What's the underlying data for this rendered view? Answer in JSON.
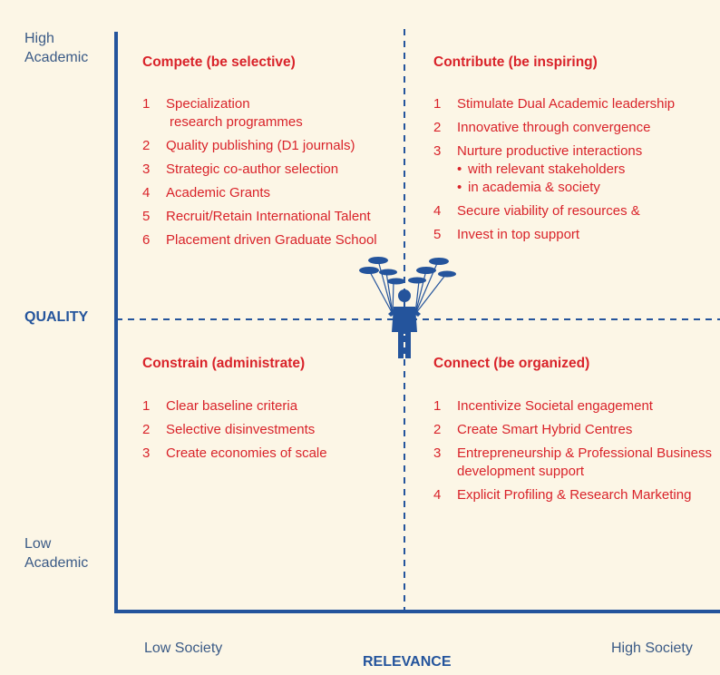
{
  "axes": {
    "y_title": "QUALITY",
    "x_title": "RELEVANCE",
    "y_high": [
      "High",
      "Academic"
    ],
    "y_low": [
      "Low",
      "Academic"
    ],
    "x_low": "Low Society",
    "x_high": "High Society"
  },
  "quadrants": {
    "top_left": {
      "title": "Compete (be selective)",
      "items": [
        {
          "num": "1",
          "lines": [
            "Specialization",
            "research programmes"
          ]
        },
        {
          "num": "2",
          "lines": [
            "Quality publishing (D1 journals)"
          ]
        },
        {
          "num": "3",
          "lines": [
            "Strategic co-author selection"
          ]
        },
        {
          "num": "4",
          "lines": [
            "Academic Grants"
          ]
        },
        {
          "num": "5",
          "lines": [
            "Recruit/Retain International Talent"
          ]
        },
        {
          "num": "6",
          "lines": [
            "Placement driven Graduate School"
          ]
        }
      ]
    },
    "top_right": {
      "title": "Contribute (be inspiring)",
      "items": [
        {
          "num": "1",
          "lines": [
            "Stimulate Dual Academic leadership"
          ]
        },
        {
          "num": "2",
          "lines": [
            "Innovative through convergence"
          ]
        },
        {
          "num": "3",
          "lines": [
            "Nurture productive interactions"
          ],
          "subs": [
            "with relevant stakeholders",
            "in academia & society"
          ]
        },
        {
          "num": "4",
          "lines": [
            "Secure viability of resources &"
          ]
        },
        {
          "num": "5",
          "lines": [
            "Invest in top support"
          ]
        }
      ]
    },
    "bottom_left": {
      "title": "Constrain (administrate)",
      "items": [
        {
          "num": "1",
          "lines": [
            "Clear baseline criteria"
          ]
        },
        {
          "num": "2",
          "lines": [
            "Selective disinvestments"
          ]
        },
        {
          "num": "3",
          "lines": [
            "Create economies of scale"
          ]
        }
      ]
    },
    "bottom_right": {
      "title": "Connect (be organized)",
      "items": [
        {
          "num": "1",
          "lines": [
            "Incentivize Societal engagement"
          ]
        },
        {
          "num": "2",
          "lines": [
            "Create Smart Hybrid Centres"
          ]
        },
        {
          "num": "3",
          "lines": [
            "Entrepreneurship & Professional Business",
            "development support"
          ]
        },
        {
          "num": "4",
          "lines": [
            "Explicit Profiling & Research Marketing"
          ]
        }
      ]
    }
  },
  "colors": {
    "background": "#fcf6e6",
    "axis": "#24549c",
    "text_red": "#d9232a",
    "axis_label": "#3a5a86"
  },
  "icons": {
    "center": "plate-spinner-figure-icon"
  }
}
